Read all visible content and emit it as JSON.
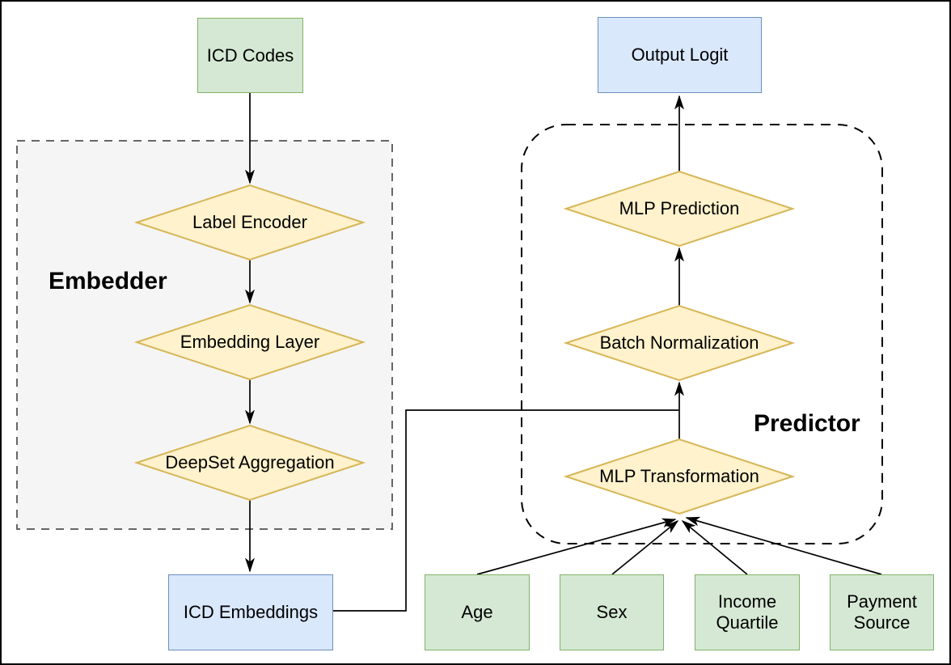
{
  "nodes": {
    "icd_codes": {
      "label": "ICD Codes"
    },
    "output_logit": {
      "label": "Output Logit"
    },
    "icd_embeddings": {
      "label": "ICD Embeddings"
    },
    "label_encoder": {
      "label": "Label Encoder"
    },
    "embedding_layer": {
      "label": "Embedding Layer"
    },
    "deepset_aggregation": {
      "label": "DeepSet Aggregation"
    },
    "mlp_prediction": {
      "label": "MLP Prediction"
    },
    "batch_normalization": {
      "label": "Batch Normalization"
    },
    "mlp_transformation": {
      "label": "MLP Transformation"
    },
    "age": {
      "label": "Age"
    },
    "sex": {
      "label": "Sex"
    },
    "income_quartile": {
      "label": "Income Quartile"
    },
    "payment_source": {
      "label": "Payment Source"
    }
  },
  "groups": {
    "embedder": {
      "label": "Embedder"
    },
    "predictor": {
      "label": "Predictor"
    }
  },
  "edges": [
    {
      "from": "ICD Codes",
      "to": "Label Encoder",
      "arrow": true
    },
    {
      "from": "Label Encoder",
      "to": "Embedding Layer",
      "arrow": true
    },
    {
      "from": "Embedding Layer",
      "to": "DeepSet Aggregation",
      "arrow": true
    },
    {
      "from": "DeepSet Aggregation",
      "to": "ICD Embeddings",
      "arrow": true
    },
    {
      "from": "ICD Embeddings",
      "to": "MLP Transformation to Batch Normalization edge",
      "arrow": false
    },
    {
      "from": "MLP Transformation",
      "to": "Batch Normalization",
      "arrow": true
    },
    {
      "from": "Batch Normalization",
      "to": "MLP Prediction",
      "arrow": true
    },
    {
      "from": "MLP Prediction",
      "to": "Output Logit",
      "arrow": true
    },
    {
      "from": "Age",
      "to": "MLP Transformation",
      "arrow": true
    },
    {
      "from": "Sex",
      "to": "MLP Transformation",
      "arrow": true
    },
    {
      "from": "Income Quartile",
      "to": "MLP Transformation",
      "arrow": true
    },
    {
      "from": "Payment Source",
      "to": "MLP Transformation",
      "arrow": true
    }
  ],
  "palette": {
    "green_fill": "#d5e8d4",
    "green_border": "#82b366",
    "blue_fill": "#dae8fc",
    "blue_border": "#6c8ebf",
    "yellow_fill": "#fff2cc",
    "yellow_border": "#d6b656",
    "embedder_fill": "#f5f5f5",
    "embedder_border": "#666666",
    "predictor_border": "#000000",
    "arrow_color": "#000000"
  }
}
